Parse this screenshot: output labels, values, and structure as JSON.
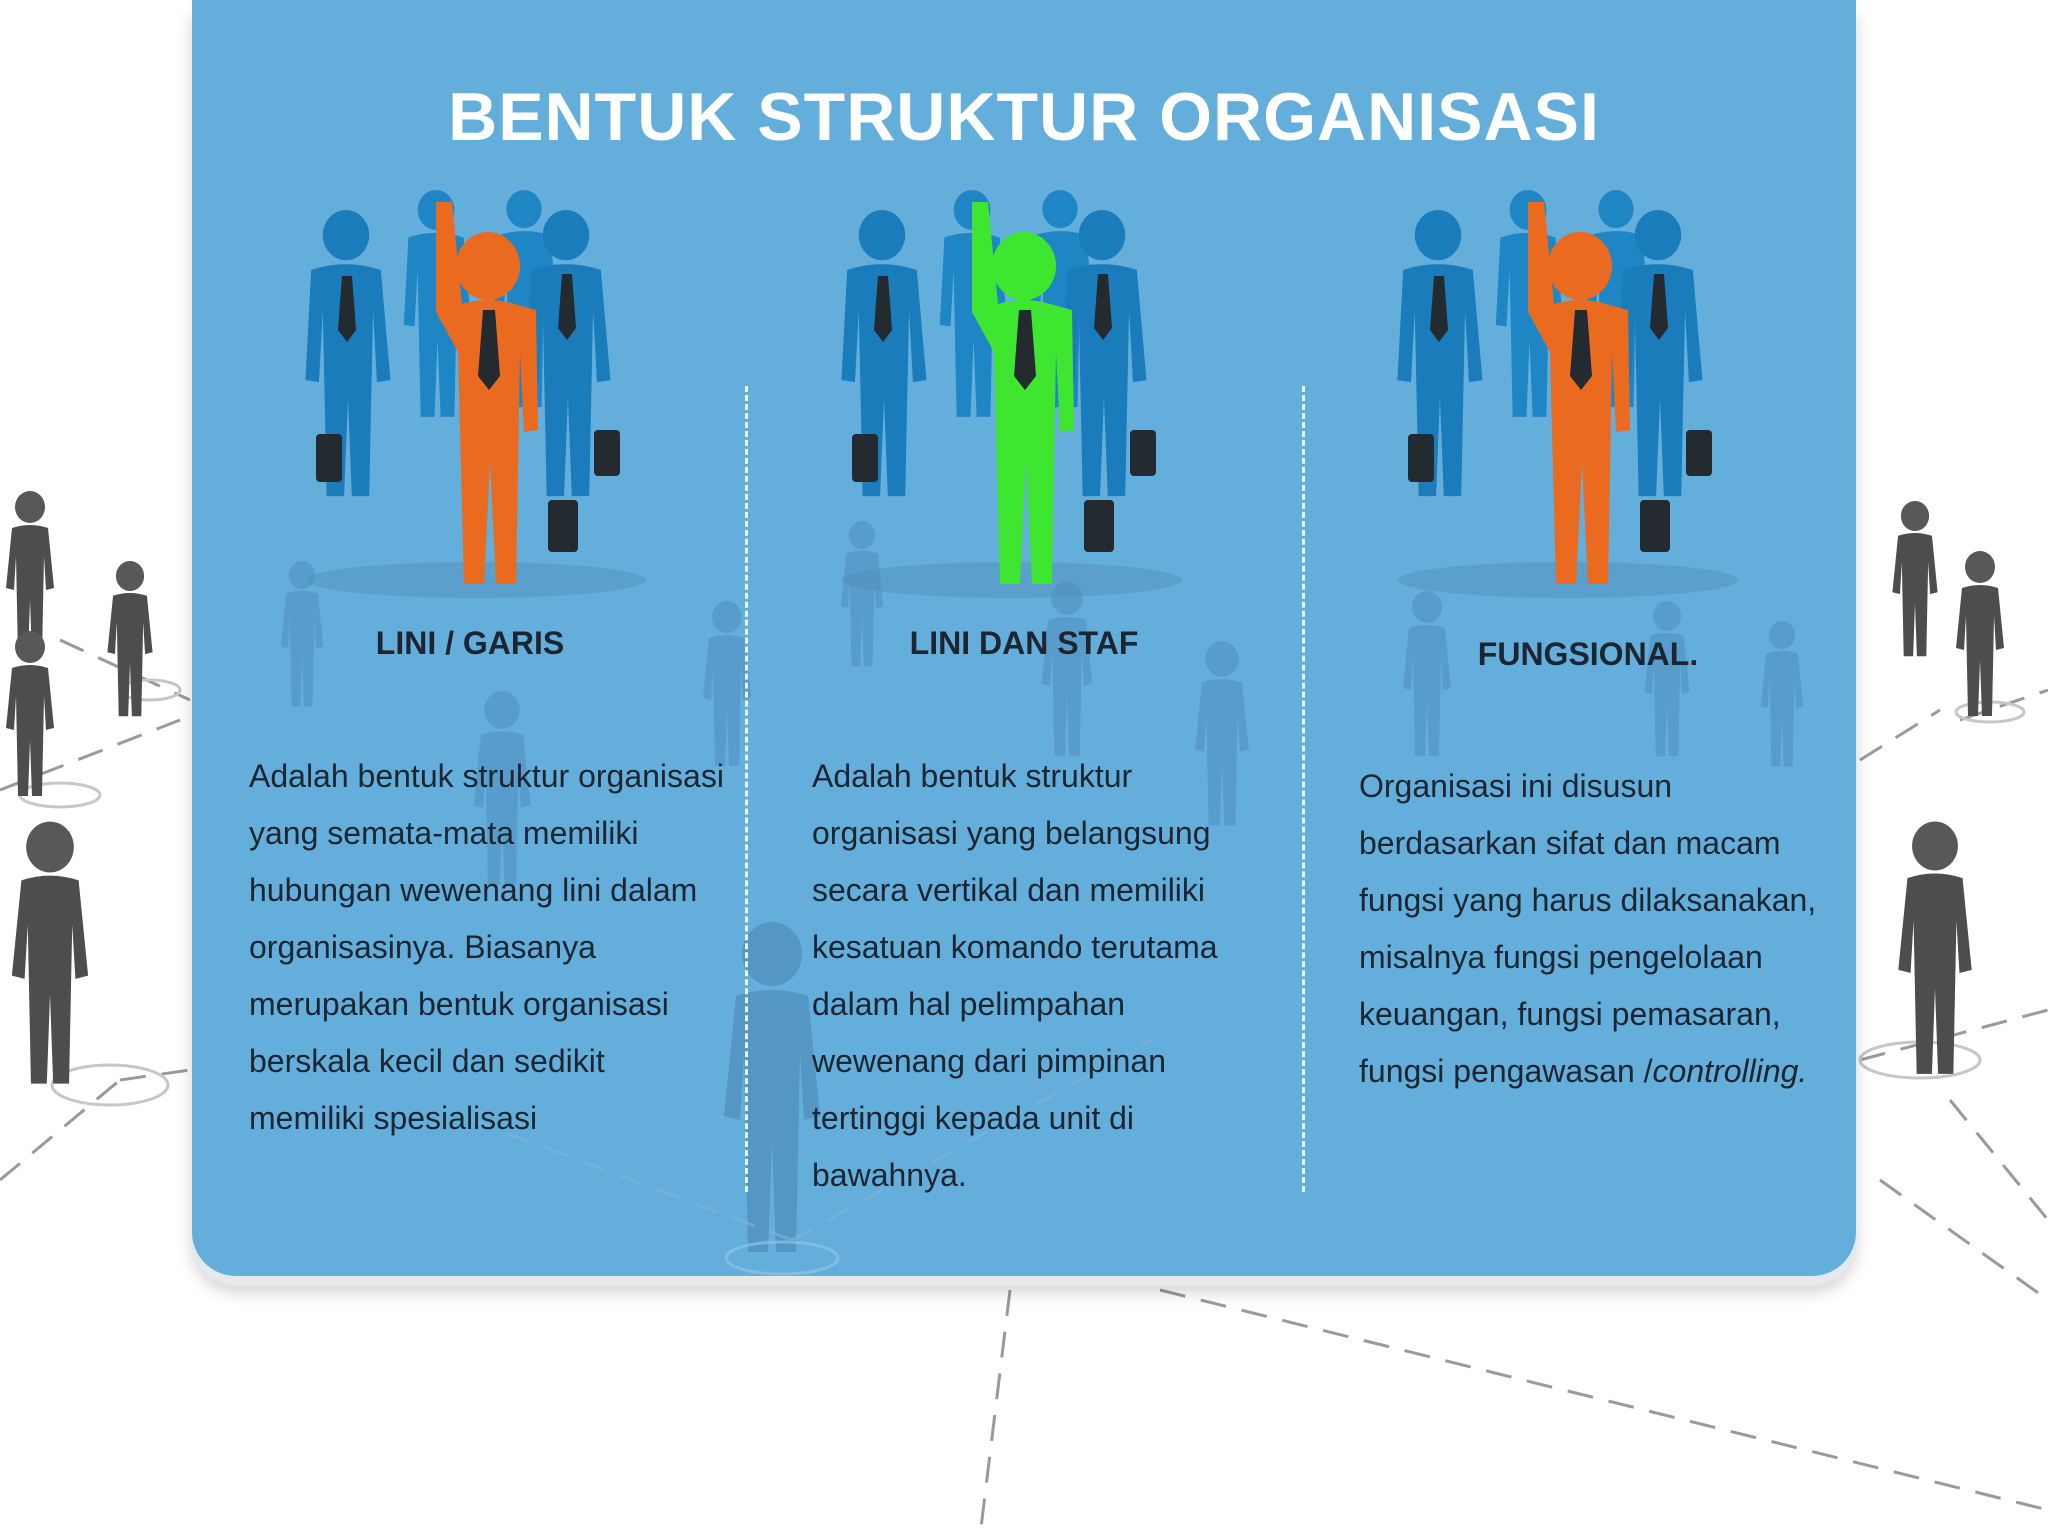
{
  "slide": {
    "title": "BENTUK STRUKTUR ORGANISASI",
    "panel_color": "#64aedb",
    "columns": [
      {
        "title": "LINI / GARIS",
        "text": "Adalah bentuk struktur organisasi yang semata-mata memiliki hubungan wewenang lini dalam organisasinya. Biasanya merupakan bentuk organisasi berskala kecil dan sedikit memiliki spesialisasi",
        "highlight_color": "#ea6a1f",
        "icon": "business-team-icon"
      },
      {
        "title": "LINI DAN STAF",
        "text": "Adalah bentuk struktur organisasi yang belangsung secara vertikal dan memiliki kesatuan komando terutama dalam hal pelimpahan wewenang dari pimpinan tertinggi kepada unit di bawahnya.",
        "highlight_color": "#3fe62f",
        "icon": "business-team-icon"
      },
      {
        "title": "FUNGSIONAL.",
        "text": "Organisasi ini disusun berdasarkan sifat dan macam fungsi yang harus dilaksanakan, misalnya fungsi pengelolaan keuangan, fungsi pemasaran, fungsi pengawasan /",
        "text_italic": "controlling.",
        "highlight_color": "#ea6a1f",
        "icon": "business-team-icon"
      }
    ]
  }
}
